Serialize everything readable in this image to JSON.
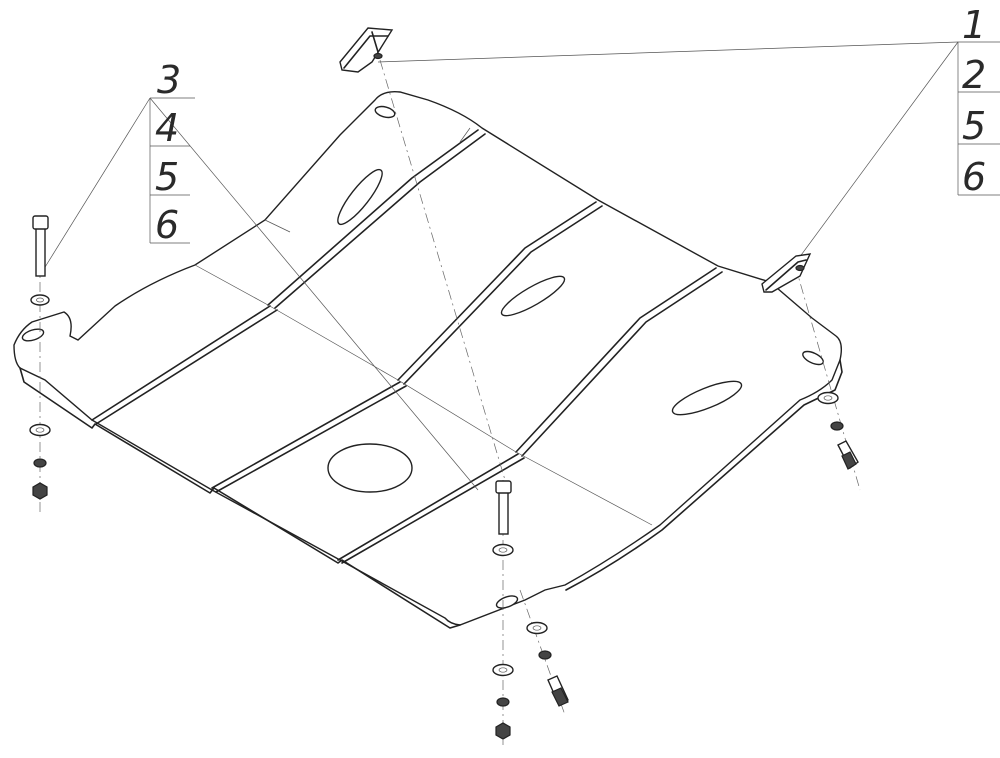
{
  "callouts": {
    "right_group": [
      "1",
      "2",
      "5",
      "6"
    ],
    "left_group": [
      "3",
      "4",
      "5",
      "6"
    ]
  }
}
